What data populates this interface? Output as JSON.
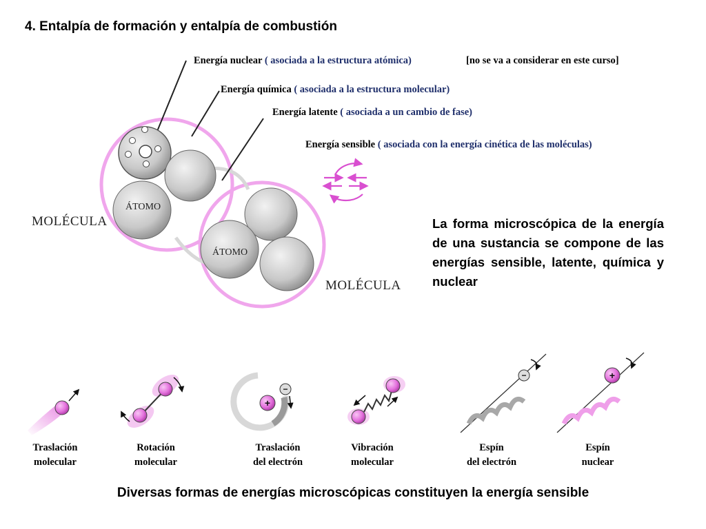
{
  "title": "4. Entalpía de formación y entalpía de combustión",
  "labels": {
    "nuclear": {
      "name": "Energía nuclear",
      "desc": "( asociada a la estructura atómica)",
      "note": "[no se va a considerar en este curso]"
    },
    "quimica": {
      "name": "Energía química",
      "desc": "( asociada a la estructura molecular)"
    },
    "latente": {
      "name": "Energía latente",
      "desc": "( asociada a un cambio de fase)"
    },
    "sensible": {
      "name": "Energía sensible",
      "desc": "( asociada con la energía cinética de las moléculas)"
    }
  },
  "diagram": {
    "molecule_label_1": "MOLÉCULA",
    "molecule_label_2": "MOLÉCULA",
    "atom_label_1": "ÁTOMO",
    "atom_label_2": "ÁTOMO"
  },
  "description": "La forma microscópica de la energía de una sustancia se compone de las energías sensible, latente, química y nuclear",
  "forms": [
    {
      "line1": "Traslación",
      "line2": "molecular"
    },
    {
      "line1": "Rotación",
      "line2": "molecular"
    },
    {
      "line1": "Traslación",
      "line2": "del electrón"
    },
    {
      "line1": "Vibración",
      "line2": "molecular"
    },
    {
      "line1": "Espín",
      "line2": "del electrón"
    },
    {
      "line1": "Espín",
      "line2": "nuclear"
    }
  ],
  "signs": {
    "plus": "+",
    "minus": "−"
  },
  "bottom_caption": "Diversas formas de energías microscópicas constituyen la energía sensible",
  "colors": {
    "pink": "#e060d8",
    "sphere": "#cfcfcf",
    "label_blue": "#1f2f6b"
  }
}
